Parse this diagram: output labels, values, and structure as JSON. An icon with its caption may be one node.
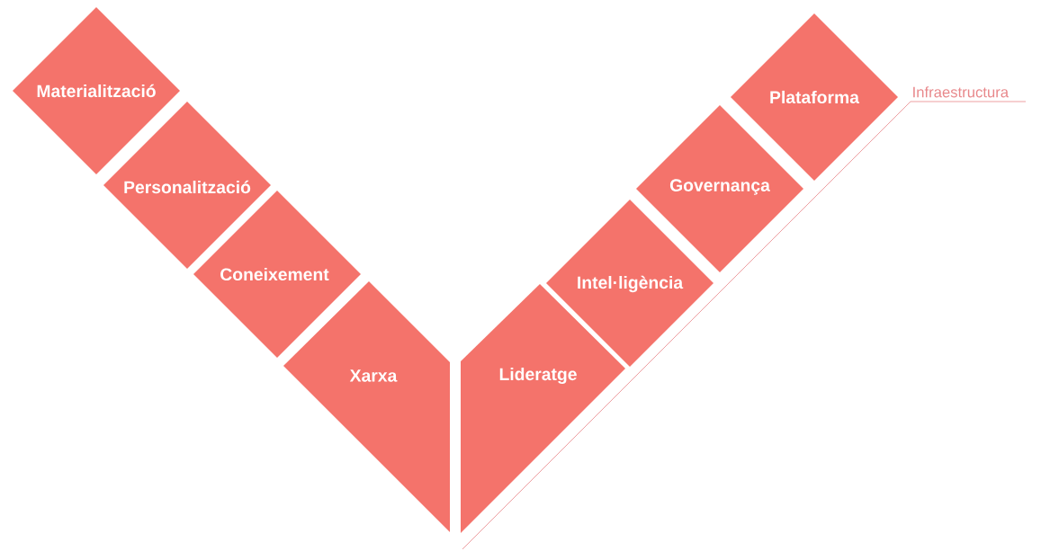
{
  "diagram": {
    "nodes": [
      {
        "text": [
          "Materialització"
        ]
      },
      {
        "text": [
          "Personalització"
        ]
      },
      {
        "text": [
          "Coneixement"
        ]
      },
      {
        "text": [
          "Xarxa"
        ]
      },
      {
        "text": [
          "Lideratge"
        ]
      },
      {
        "text": [
          "Intel·ligència"
        ]
      },
      {
        "text": [
          "Governança"
        ]
      },
      {
        "text": [
          "Plataforma"
        ]
      }
    ],
    "labels": [
      "Infraestructura"
    ]
  }
}
